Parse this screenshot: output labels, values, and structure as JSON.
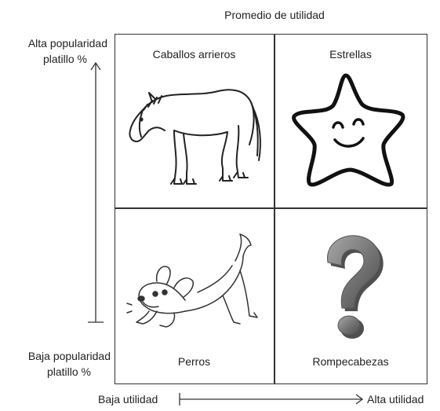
{
  "title": "Promedio de utilidad",
  "y_axis": {
    "top_label": [
      "Alta popularidad",
      "platillo %"
    ],
    "bottom_label": [
      "Baja popularidad",
      "platillo %"
    ]
  },
  "x_axis": {
    "left_label": "Baja utilidad",
    "right_label": "Alta utilidad"
  },
  "quadrants": {
    "top_left": {
      "label": "Caballos arrieros",
      "icon": "horse-illustration"
    },
    "top_right": {
      "label": "Estrellas",
      "icon": "star-face-illustration"
    },
    "bottom_left": {
      "label": "Perros",
      "icon": "dog-illustration"
    },
    "bottom_right": {
      "label": "Rompecabezas",
      "icon": "question-mark-3d"
    }
  },
  "colors": {
    "line": "#333333",
    "question_mark": "#7a7a7a"
  }
}
